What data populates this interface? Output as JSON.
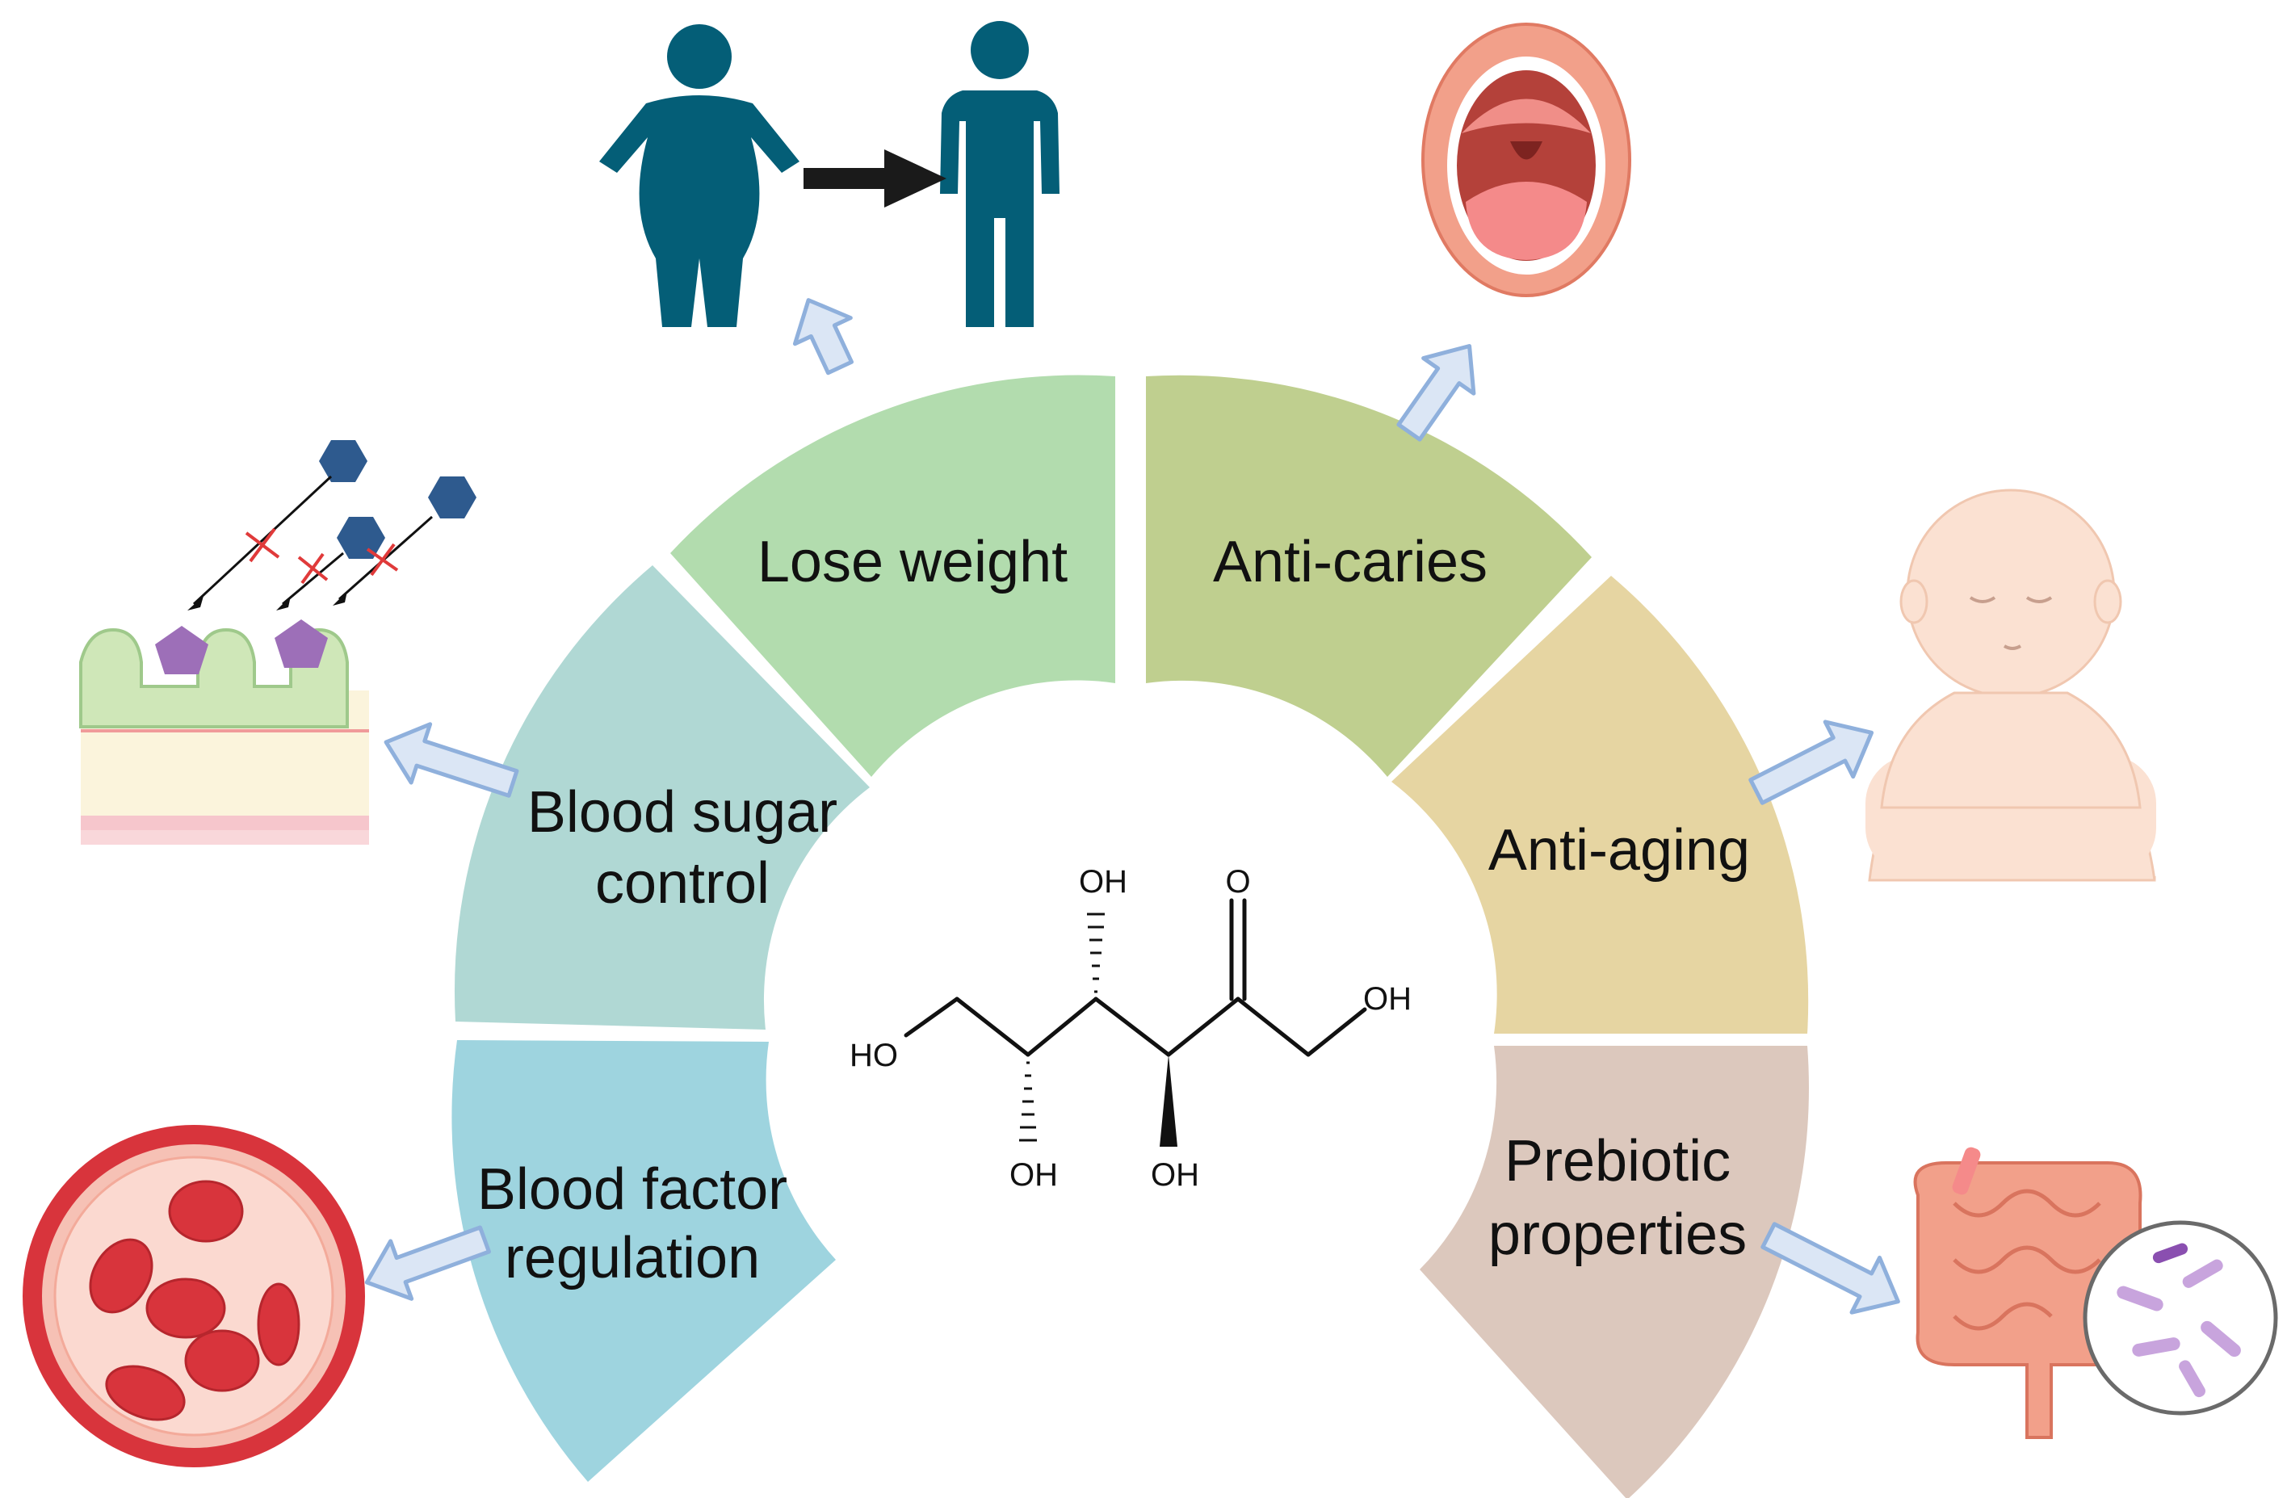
{
  "segments": [
    {
      "id": "lose-weight",
      "label_lines": [
        "Lose weight"
      ],
      "color": "#b2dcae"
    },
    {
      "id": "anti-caries",
      "label_lines": [
        "Anti-caries"
      ],
      "color": "#bfcf8f"
    },
    {
      "id": "anti-aging",
      "label_lines": [
        "Anti-aging"
      ],
      "color": "#e6d5a2"
    },
    {
      "id": "prebiotic-properties",
      "label_lines": [
        "Prebiotic",
        "properties"
      ],
      "color": "#dcc8bd"
    },
    {
      "id": "blood-sugar-control",
      "label_lines": [
        "Blood sugar",
        "control"
      ],
      "color": "#b0d8d4"
    },
    {
      "id": "blood-factor-regulation",
      "label_lines": [
        "Blood factor",
        "regulation"
      ],
      "color": "#9ed4df"
    }
  ],
  "molecule": {
    "labels": {
      "oh_top": "OH",
      "o_top": "O",
      "oh_right": "OH",
      "ho_left": "HO",
      "oh_bottom_left": "OH",
      "oh_bottom_right": "OH"
    }
  },
  "colors": {
    "arrow_fill": "#dbe6f5",
    "arrow_stroke": "#8fb0dc",
    "person": "#045e77",
    "hexagon": "#2e5a8e",
    "pentagon": "#9d6fb8",
    "blood_cell": "#d8343c",
    "mouth": "#f2a08a"
  },
  "icons": [
    "weight-loss-icon",
    "mouth-icon",
    "baby-icon",
    "intestine-bacteria-icon",
    "blood-vessel-icon",
    "intestinal-glucose-icon"
  ]
}
